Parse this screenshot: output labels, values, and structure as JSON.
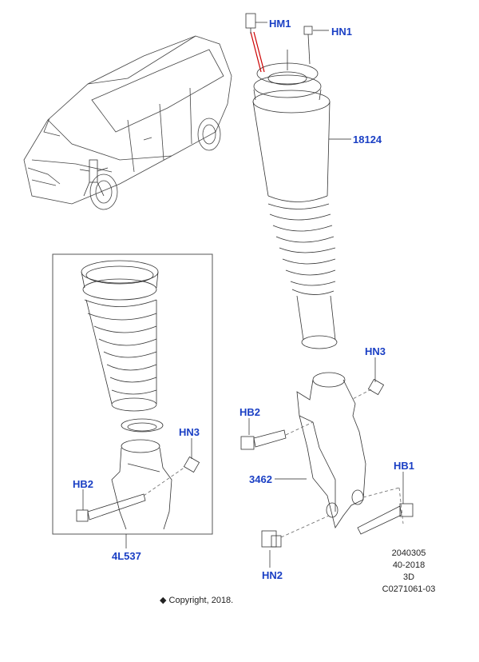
{
  "callouts": {
    "hm1": "HM1",
    "hn1": "HN1",
    "p18124": "18124",
    "hn3_right": "HN3",
    "hb2_right": "HB2",
    "p3462": "3462",
    "hb1": "HB1",
    "hn2": "HN2",
    "hn3_left": "HN3",
    "hb2_left": "HB2",
    "p4l537": "4L537"
  },
  "reference": {
    "line1": "2040305",
    "line2": "40-2018",
    "line3": "3D",
    "line4": "C0271061-03"
  },
  "copyright": "◆ Copyright, 2018.",
  "colors": {
    "callout": "#1a3fc4",
    "line": "#222222",
    "highlight": "#cc0000"
  }
}
